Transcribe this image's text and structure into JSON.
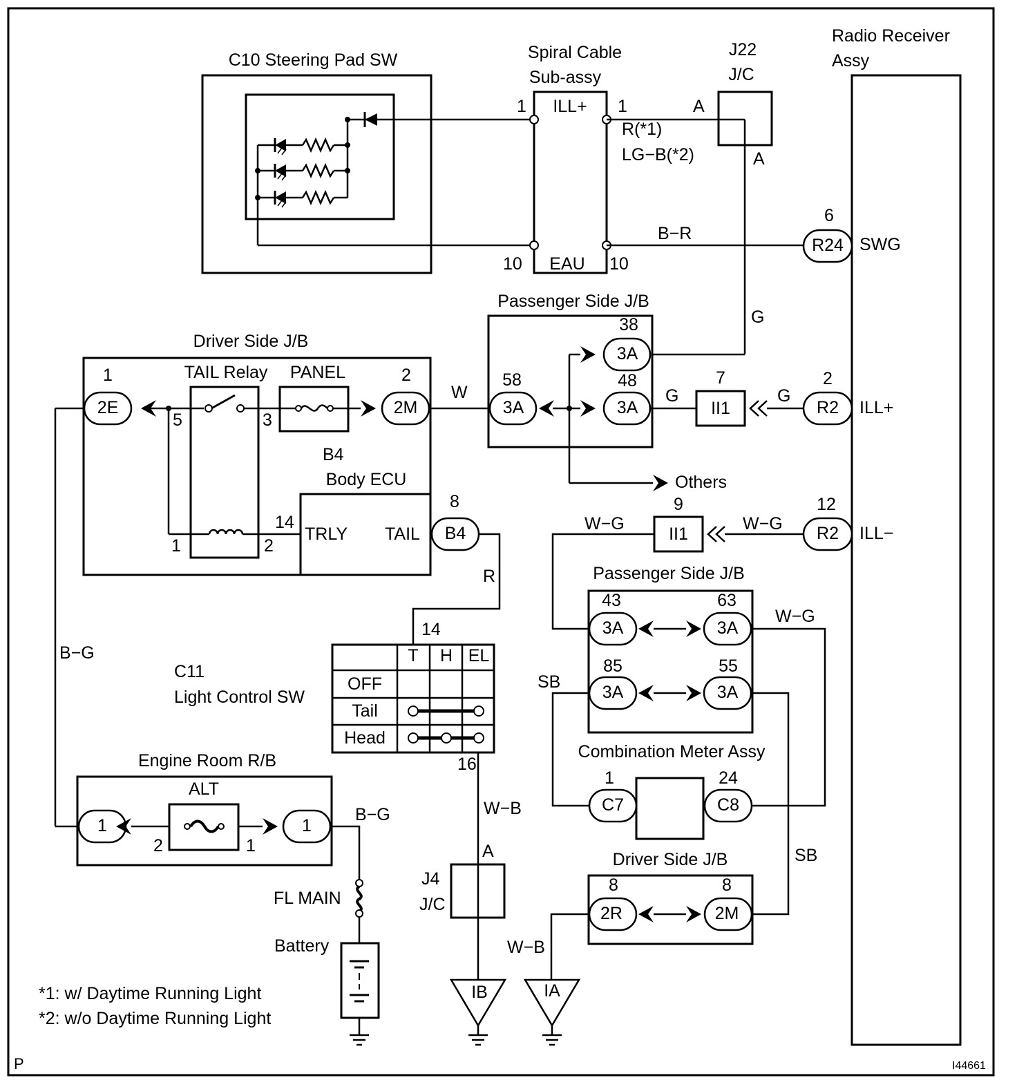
{
  "components": {
    "c10": {
      "title": "C10 Steering Pad SW"
    },
    "spiral": {
      "title_line1": "Spiral Cable",
      "title_line2": "Sub-assy",
      "term_top": "ILL+",
      "term_bottom": "EAU",
      "pin_tl": "1",
      "pin_tr": "1",
      "pin_bl": "10",
      "pin_br": "10"
    },
    "j22": {
      "title_line1": "J22",
      "title_line2": "J/C",
      "pin_a1": "A",
      "pin_a2": "A"
    },
    "radio": {
      "title_line1": "Radio  Receiver",
      "title_line2": "Assy",
      "swg": "SWG",
      "ill_plus": "ILL+",
      "ill_minus": "ILL−"
    },
    "pass_jb1": {
      "title": "Passenger Side J/B",
      "pin38": "38",
      "pin48": "48",
      "pin58": "58",
      "conn": "3A"
    },
    "driver_jb1": {
      "title": "Driver Side J/B",
      "pin1": "1",
      "pin2": "2",
      "conn_2e": "2E",
      "conn_2m": "2M",
      "tail_relay": "TAIL Relay",
      "panel": "PANEL",
      "relay_pin5": "5",
      "relay_pin3": "3",
      "relay_pin1": "1",
      "relay_pin2": "2"
    },
    "body_ecu": {
      "title_line1": "B4",
      "title_line2": "Body ECU",
      "trly": "TRLY",
      "tail": "TAIL",
      "pin14": "14",
      "pin8": "8",
      "conn": "B4"
    },
    "ii1_top": {
      "label": "II1",
      "pin": "7"
    },
    "ii1_bottom": {
      "label": "II1",
      "pin": "9"
    },
    "r24": {
      "label": "R24",
      "pin": "6"
    },
    "r2_top": {
      "label": "R2",
      "pin": "2"
    },
    "r2_bottom": {
      "label": "R2",
      "pin": "12"
    },
    "c11": {
      "title_line1": "C11",
      "title_line2": "Light Control SW",
      "col_t": "T",
      "col_h": "H",
      "col_el": "EL",
      "row_off": "OFF",
      "row_tail": "Tail",
      "row_head": "Head",
      "pin14": "14",
      "pin16": "16"
    },
    "pass_jb2": {
      "title": "Passenger Side J/B",
      "pin43": "43",
      "pin63": "63",
      "pin85": "85",
      "pin55": "55",
      "conn": "3A"
    },
    "meter": {
      "title": "Combination Meter Assy",
      "pin1": "1",
      "pin24": "24",
      "conn_c7": "C7",
      "conn_c8": "C8"
    },
    "driver_jb2": {
      "title": "Driver Side J/B",
      "pin_l": "8",
      "pin_r": "8",
      "conn_2r": "2R",
      "conn_2m": "2M"
    },
    "engine_rb": {
      "title": "Engine Room R/B",
      "alt": "ALT",
      "conn_l": "1",
      "conn_r": "1",
      "pin_l": "2",
      "pin_r": "1"
    },
    "fl_main": {
      "label": "FL MAIN"
    },
    "battery": {
      "label": "Battery"
    },
    "j4": {
      "title_line1": "J4",
      "title_line2": "J/C",
      "pin_a": "A"
    },
    "ground_ib": {
      "label": "IB"
    },
    "ground_ia": {
      "label": "IA"
    }
  },
  "wires": {
    "spiral_out": "R(*1)",
    "spiral_out2": "LG−B(*2)",
    "swg": "B−R",
    "j22_down": "G",
    "w_main": "W",
    "g_ii1_left": "G",
    "g_ii1_right": "G",
    "wg_ii1_left": "W−G",
    "wg_ii1_right": "W−G",
    "r_ecu": "R",
    "bg_left": "B−G",
    "bg_right": "B−G",
    "wg_meter": "W−G",
    "sb_left": "SB",
    "sb_right": "SB",
    "wb_j4": "W−B",
    "wb_ia": "W−B",
    "others": "Others"
  },
  "notes": {
    "note1": "*1: w/ Daytime Running Light",
    "note2": "*2: w/o Daytime Running Light",
    "corner_left": "P",
    "corner_right": "I44661"
  }
}
